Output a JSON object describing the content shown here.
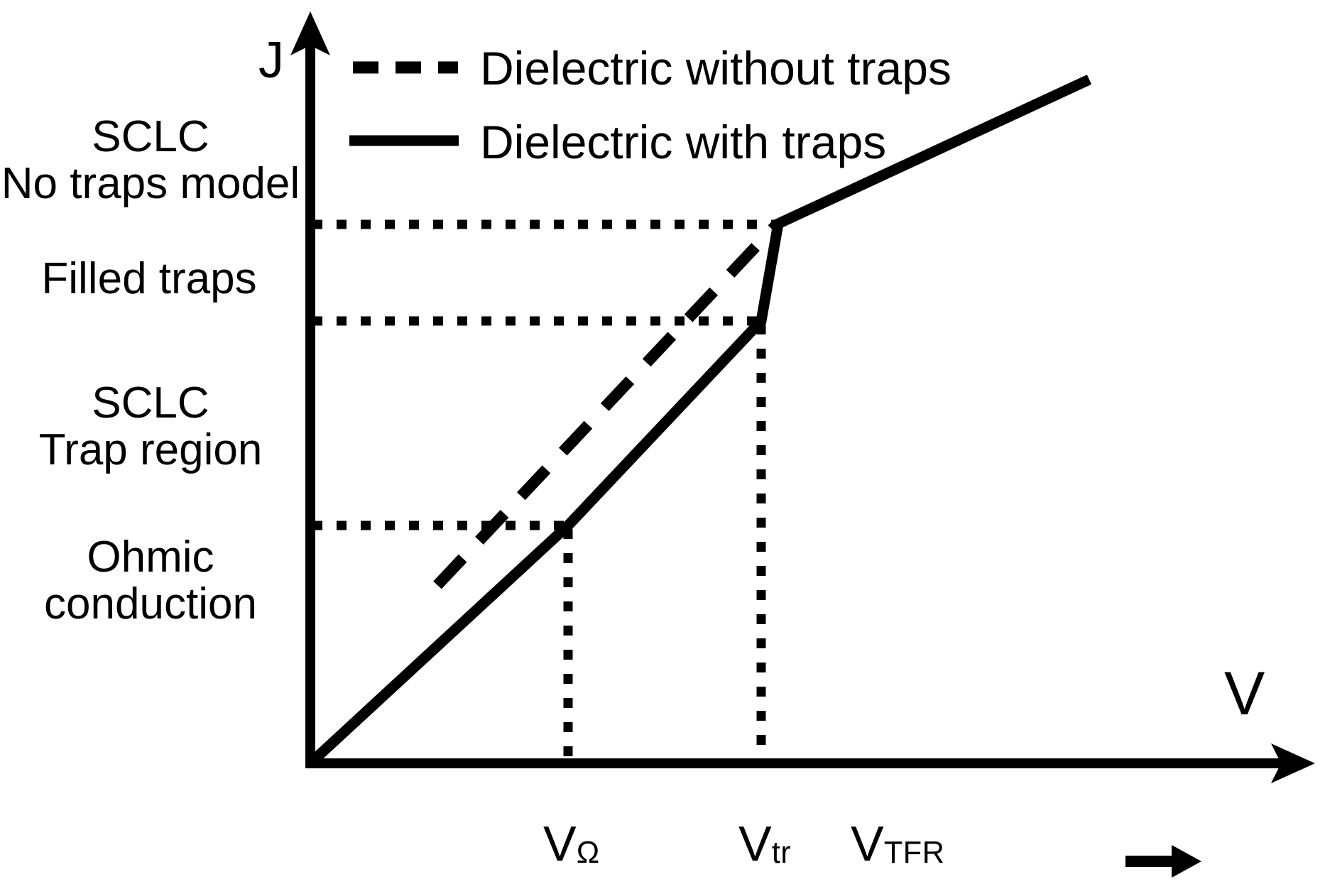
{
  "figure": {
    "background_color": "#ffffff",
    "line_color": "#000000",
    "axes": {
      "y_label": "J",
      "x_label": "V"
    },
    "legend": {
      "entries": [
        {
          "label": "Dielectric without traps",
          "style": "dashed",
          "marker": "dashed-line-swatch"
        },
        {
          "label": "Dielectric with traps",
          "style": "solid",
          "marker": "solid-line-swatch"
        }
      ]
    },
    "region_labels": [
      {
        "id": "sclc-no-traps",
        "text": "SCLC\nNo traps model"
      },
      {
        "id": "filled-traps",
        "text": "Filled traps"
      },
      {
        "id": "sclc-trap-region",
        "text": "SCLC\nTrap region"
      },
      {
        "id": "ohmic-conduction",
        "text": "Ohmic\nconduction"
      }
    ],
    "x_ticks": [
      {
        "id": "v-omega",
        "base": "V",
        "sub": "Ω"
      },
      {
        "id": "v-tr",
        "base": "V",
        "sub": "tr"
      },
      {
        "id": "v-tfr",
        "base": "V",
        "sub": "TFR",
        "trailing_icon": "right-arrow-icon"
      }
    ]
  },
  "chart_data": {
    "type": "line",
    "title": "",
    "xlabel": "V",
    "ylabel": "J",
    "grid": false,
    "legend_position": "top-center",
    "xlim": [
      0,
      1
    ],
    "ylim": [
      0,
      1
    ],
    "axis_style": "arrow-headed schematic axes, no numeric scale",
    "tick_labels": {
      "x": [
        "VΩ",
        "Vtr",
        "VTFR"
      ],
      "y": []
    },
    "annotations": [
      "SCLC No traps model",
      "Filled traps",
      "SCLC Trap region",
      "Ohmic conduction"
    ],
    "guide_lines": {
      "horizontal_dotted": [
        {
          "id": "j-top",
          "y_norm": 0.723,
          "from_x_norm": 0.0,
          "to_x_norm": 0.462
        },
        {
          "id": "j-mid",
          "y_norm": 0.593,
          "from_x_norm": 0.0,
          "to_x_norm": 0.446
        },
        {
          "id": "j-low",
          "y_norm": 0.319,
          "from_x_norm": 0.0,
          "to_x_norm": 0.254
        }
      ],
      "vertical_dotted": [
        {
          "id": "v-omega",
          "x_norm": 0.254,
          "from_y_norm": 0.0,
          "to_y_norm": 0.319
        },
        {
          "id": "v-tr",
          "x_norm": 0.446,
          "from_y_norm": 0.0,
          "to_y_norm": 0.593
        }
      ]
    },
    "series": [
      {
        "name": "Dielectric with traps",
        "style": "solid",
        "points_norm": [
          [
            0.0,
            0.0
          ],
          [
            0.254,
            0.319
          ],
          [
            0.446,
            0.593
          ],
          [
            0.462,
            0.723
          ],
          [
            0.768,
            0.916
          ]
        ]
      },
      {
        "name": "Dielectric without traps",
        "style": "dashed",
        "points_norm": [
          [
            0.125,
            0.238
          ],
          [
            0.459,
            0.721
          ]
        ]
      }
    ]
  }
}
